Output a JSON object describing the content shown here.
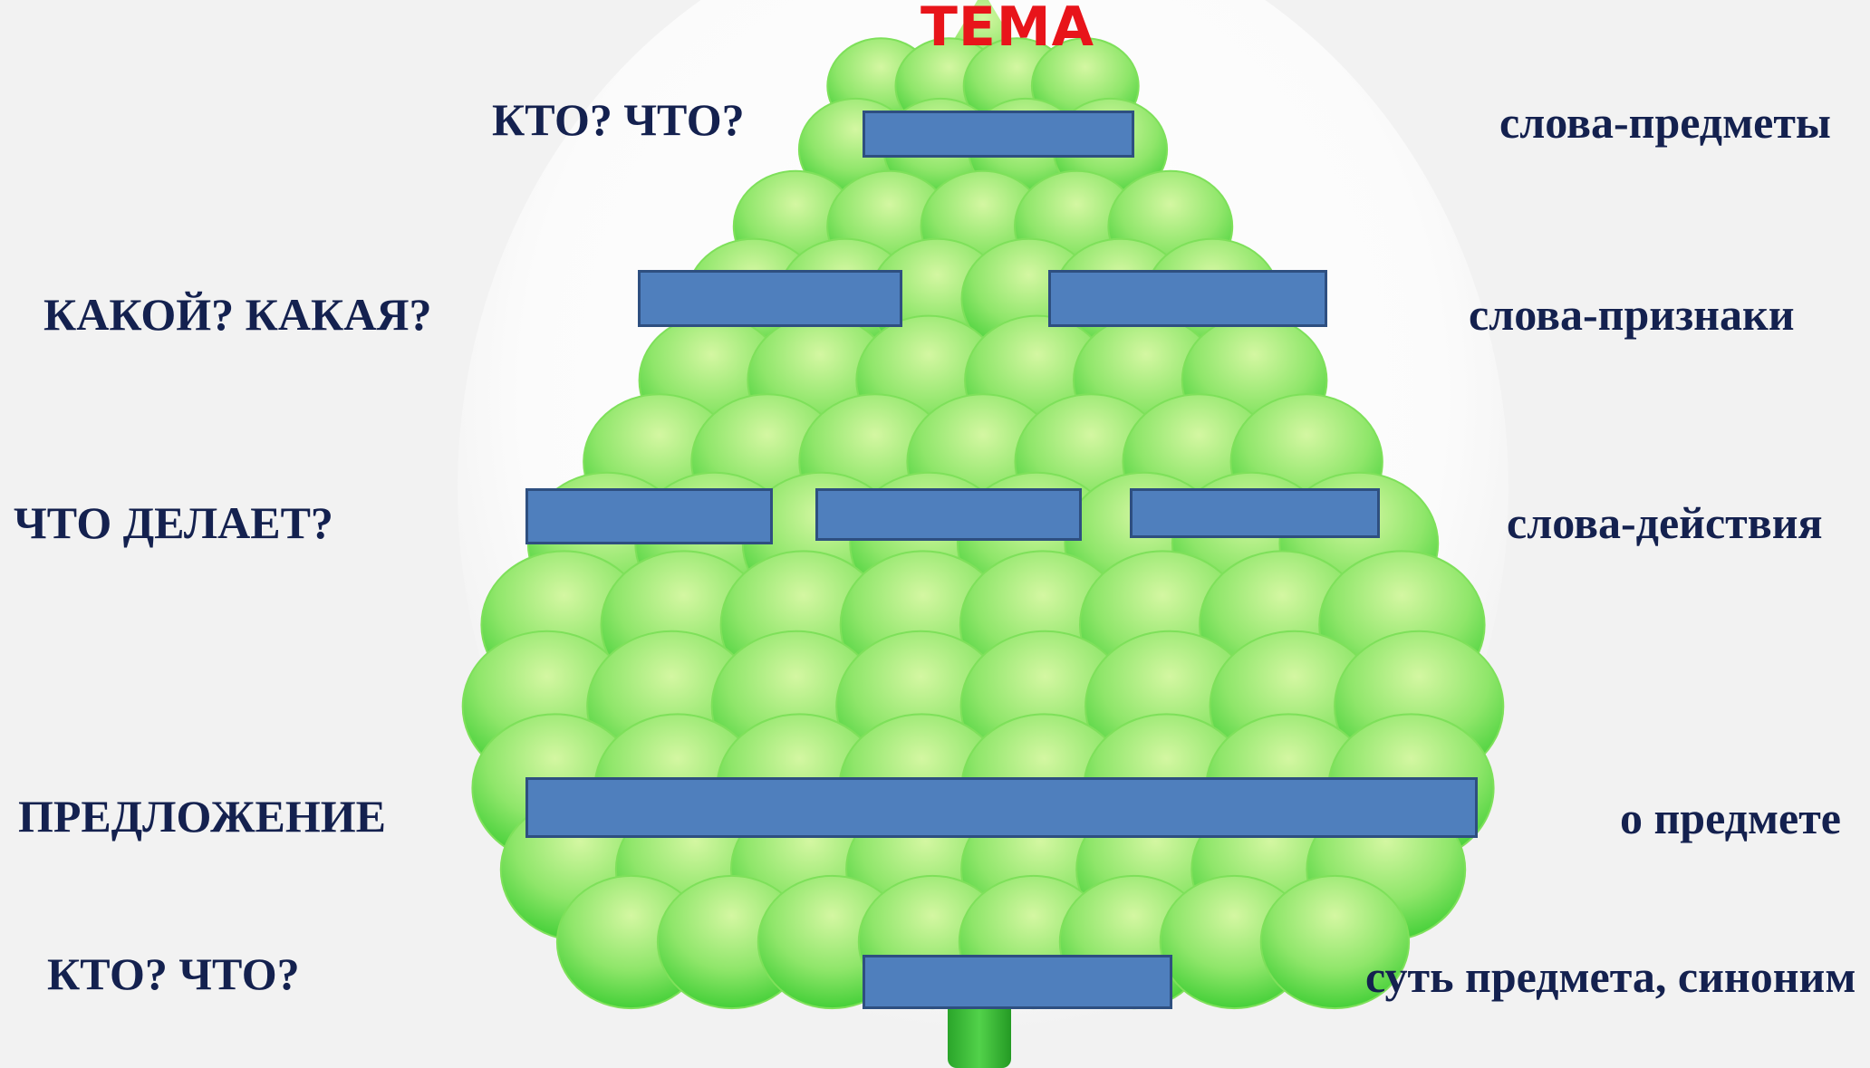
{
  "title": "ТЕМА",
  "colors": {
    "title": "#e8141a",
    "label": "#14214f",
    "answer_box": "#4f7fbd",
    "answer_box_border": "#2e4f80",
    "tree_light": "#c4f28f",
    "tree_dark": "#36cf2d",
    "background": "#f2f2f2"
  },
  "rows": [
    {
      "question": "КТО? ЧТО?",
      "meaning": "слова-предметы",
      "boxes": 1
    },
    {
      "question": "КАКОЙ? КАКАЯ?",
      "meaning": "слова-признаки",
      "boxes": 2
    },
    {
      "question": "ЧТО ДЕЛАЕТ?",
      "meaning": "слова-действия",
      "boxes": 3
    },
    {
      "question": "ПРЕДЛОЖЕНИЕ",
      "meaning": "о предмете",
      "boxes": 1
    },
    {
      "question": "КТО? ЧТО?",
      "meaning": "суть предмета, синоним",
      "boxes": 1
    }
  ]
}
